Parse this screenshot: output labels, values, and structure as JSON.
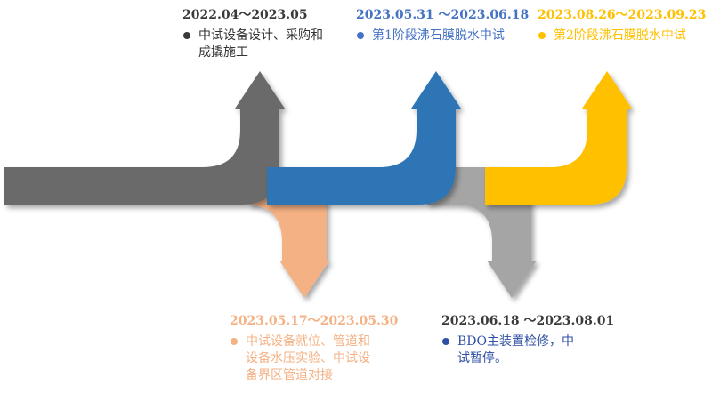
{
  "stages": [
    {
      "date": "2022.04～2023.05",
      "text": "中试设备设计、采购和成撬施工",
      "color": "#6b6b6b",
      "text_color": "#333333",
      "date_color": "#3a3a3a"
    },
    {
      "date": "2023.05.17～2023.05.30",
      "text": "中试设备就位、管道和设备水压实验、中试设备界区管道对接",
      "color": "#f4b183",
      "text_color": "#f4b183",
      "date_color": "#f4b183"
    },
    {
      "date": "2023.05.31 ～2023.06.18",
      "text": "第1阶段沸石膜脱水中试",
      "color": "#2e75b6",
      "text_color": "#4472c4",
      "date_color": "#4472c4"
    },
    {
      "date": "2023.06.18 ～2023.08.01",
      "text": "BDO主装置检修，中试暂停。",
      "color": "#a5a5a5",
      "text_color": "#2e4fa3",
      "date_color": "#3a3a3a"
    },
    {
      "date": "2023.08.26～2023.09.23",
      "text": "第2阶段沸石膜脱水中试",
      "color": "#ffc000",
      "text_color": "#ffc000",
      "date_color": "#ffc000"
    }
  ]
}
